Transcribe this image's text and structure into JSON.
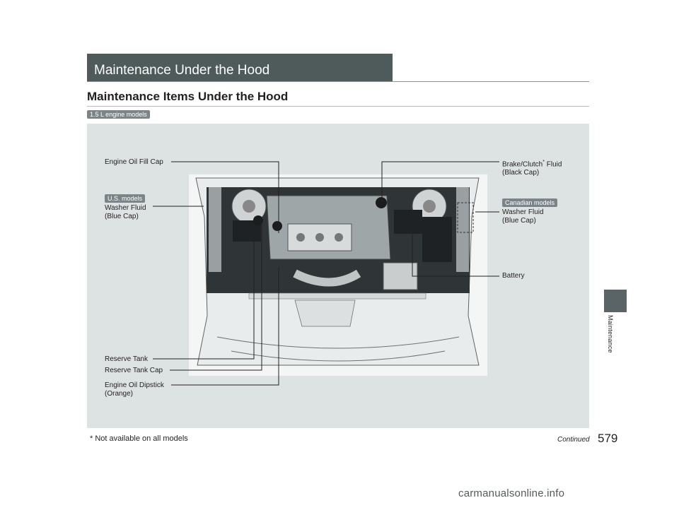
{
  "header": {
    "section_title": "Maintenance Under the Hood",
    "subsection_title": "Maintenance Items Under the Hood",
    "engine_badge": "1.5 L engine models"
  },
  "figure": {
    "labels": {
      "engine_oil_fill_cap": "Engine Oil Fill Cap",
      "us_models_badge": "U.S. models",
      "washer_fluid_left": "Washer Fluid\n(Blue Cap)",
      "reserve_tank": "Reserve Tank",
      "reserve_tank_cap": "Reserve Tank Cap",
      "engine_oil_dipstick": "Engine Oil Dipstick\n(Orange)",
      "brake_clutch_fluid_prefix": "Brake/Clutch",
      "brake_clutch_fluid_mark": "*",
      "brake_clutch_fluid_suffix": " Fluid\n(Black Cap)",
      "canadian_models_badge": "Canadian models",
      "washer_fluid_right": "Washer Fluid\n(Blue Cap)",
      "battery": "Battery"
    }
  },
  "side_tab": {
    "label": "Maintenance"
  },
  "footer": {
    "footnote": "* Not available on all models",
    "continued": "Continued",
    "page_number": "579"
  },
  "watermark": "carmanualsonline.info"
}
